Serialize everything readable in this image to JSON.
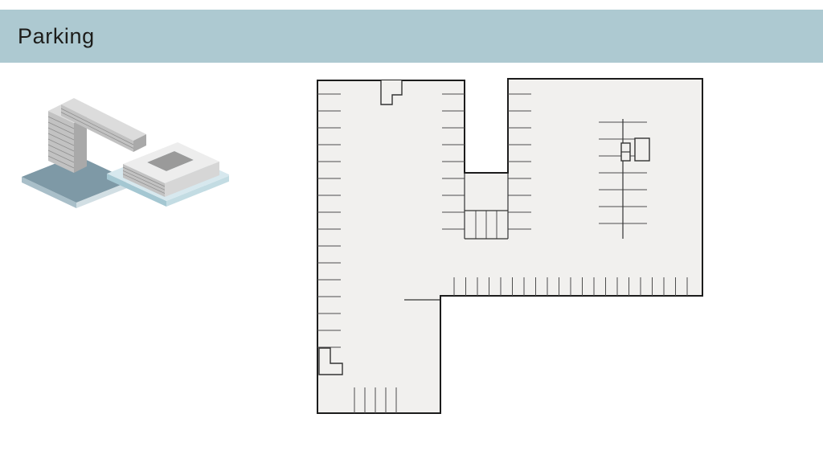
{
  "header": {
    "title": "Parking"
  },
  "colors": {
    "page_bg": "#ffffff",
    "header_bg": "#adc9d1",
    "header_text": "#1d1d1b",
    "plan_fill": "#f1f0ee",
    "plan_outline": "#1c1c1c",
    "plan_wall": "#333333",
    "plan_tick": "#4d4d4d",
    "slab_left_top": "#7e99a6",
    "slab_left_side": "#a9bfc9",
    "slab_left_edge": "#d2dfe4",
    "slab_right_top": "#d7e8ee",
    "slab_right_side": "#a4c7d2",
    "slab_right_edge": "#c3dce3",
    "building_top": "#dcdcdc",
    "building_front": "#c2c2c2",
    "building_side": "#a9a9a9",
    "building_hatch": "#8e8e8e",
    "courtyard_top": "#ededed",
    "courtyard_inner": "#9a9a9a",
    "courtyard_face_right": "#d6d6d6"
  },
  "illustration": {
    "label": "isometric-site-massing",
    "parts": [
      "ground-slab-left",
      "ground-slab-right",
      "bar-building",
      "courtyard-building"
    ]
  },
  "floor_plan": {
    "label": "parking-garage-level-plan",
    "features": [
      "perimeter-wall",
      "parking-stall-ticks",
      "stair-core-top",
      "stair-core-lower-left",
      "elevator-cores",
      "center-parking-aisle",
      "middle-stall-block",
      "ramp-edge"
    ]
  }
}
